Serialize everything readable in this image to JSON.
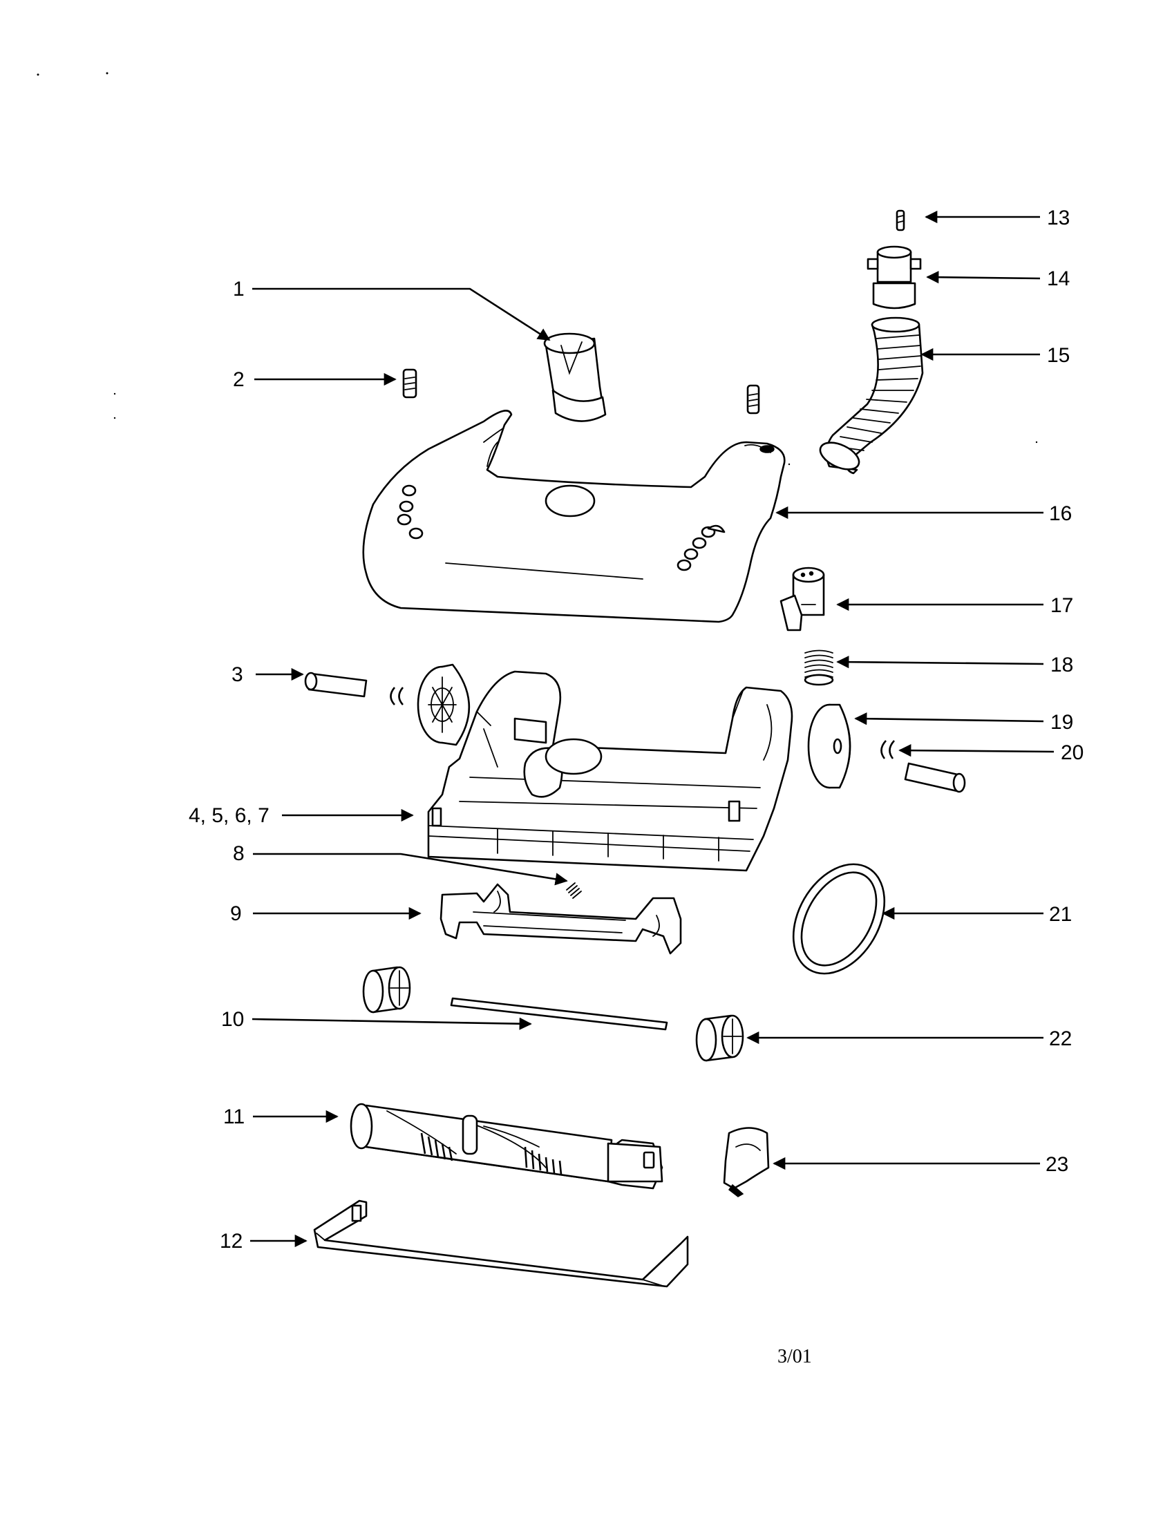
{
  "callouts": {
    "c1": "1",
    "c2": "2",
    "c3": "3",
    "c4": "4, 5, 6, 7",
    "c8": "8",
    "c9": "9",
    "c10": "10",
    "c11": "11",
    "c12": "12",
    "c13": "13",
    "c14": "14",
    "c15": "15",
    "c16": "16",
    "c17": "17",
    "c18": "18",
    "c19": "19",
    "c20": "20",
    "c21": "21",
    "c22": "22",
    "c23": "23"
  },
  "footer": {
    "revision_date": "3/01"
  }
}
